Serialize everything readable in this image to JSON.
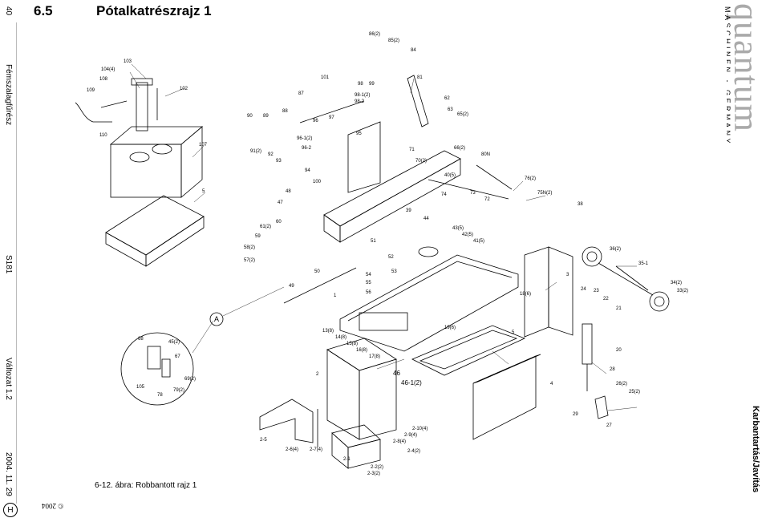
{
  "header": {
    "page_number": "40",
    "section_number": "6.5",
    "section_title": "Pótalkatrészrajz 1"
  },
  "left_margin": {
    "doc_type": "Fémszalagfűrész",
    "model": "S181",
    "version": "Változat 1.2",
    "date": "2004. 11. 29",
    "badge": "H"
  },
  "brand": {
    "name": "quantum",
    "tagline": "MASCHINEN - GERMANY"
  },
  "right_margin": {
    "label": "Karbantartás/Javítás"
  },
  "figure": {
    "caption": "6-12. ábra: Robbantott rajz 1",
    "detail_marker": "A",
    "part_labels": {
      "p103": "103",
      "p104": "104(4)",
      "p108": "108",
      "p109": "109",
      "p110": "110",
      "p102": "102",
      "p107": "107",
      "p5a": "5",
      "p86": "86(2)",
      "p85": "85(2)",
      "p84": "84",
      "p81": "81",
      "p101": "101",
      "p87": "87",
      "p98": "98",
      "p99": "99",
      "p981": "98-1(2)",
      "p982": "98-2",
      "p90": "90",
      "p89": "89",
      "p88": "88",
      "p96": "96",
      "p97": "97",
      "p95": "95",
      "p91": "91(2)",
      "p92": "92",
      "p93": "93",
      "p961": "96-1(2)",
      "p962": "96-2",
      "p94": "94",
      "p100": "100",
      "p62": "62",
      "p63": "63",
      "p65": "65(2)",
      "p66": "66(2)",
      "p71": "71",
      "p70": "70(2)",
      "p80n": "80N",
      "p40": "40(5)",
      "p76": "76(2)",
      "p75n": "75N(2)",
      "p74": "74",
      "p73": "73",
      "p72": "72",
      "p38": "38",
      "p48": "48",
      "p47": "47",
      "p39": "39",
      "p44": "44",
      "p43": "43(5)",
      "p42": "42(5)",
      "p41": "41(5)",
      "p60": "60",
      "p61": "61(2)",
      "p59": "59",
      "p58": "58(2)",
      "p57": "57(2)",
      "p51": "51",
      "p52": "52",
      "p54": "54",
      "p53": "53",
      "p55": "55",
      "p56": "56",
      "p50": "50",
      "p49": "49",
      "p1": "1",
      "p36": "36(2)",
      "p351": "35-1",
      "p34": "34(2)",
      "p33": "33(2)",
      "p3": "3",
      "p18": "18(6)",
      "p24": "24",
      "p23": "23",
      "p22": "22",
      "p21": "21",
      "p19": "19(6)",
      "p5b": "5",
      "p13": "13(8)",
      "p14": "14(8)",
      "p15": "15(8)",
      "p16": "16(8)",
      "p17": "17(8)",
      "p2": "2",
      "p46": "46",
      "p461": "46-1(2)",
      "p4": "4",
      "p20": "20",
      "p28": "28",
      "p26": "26(2)",
      "p25": "25(2)",
      "p29": "29",
      "p27": "27",
      "p210": "2-10(4)",
      "p29b": "2-9(4)",
      "p28b": "2-8(4)",
      "p24b": "2-4(2)",
      "p25b": "2-5",
      "p26b": "2-6(4)",
      "p27b": "2-7(4)",
      "p21b": "2-1",
      "p22b": "2-2(2)",
      "p23b": "2-3(2)",
      "p68": "68",
      "p45": "45(2)",
      "p67": "67",
      "p69": "69(2)",
      "p105": "105",
      "p78": "78",
      "p79": "79(2)"
    }
  },
  "copyright": "© 2004"
}
